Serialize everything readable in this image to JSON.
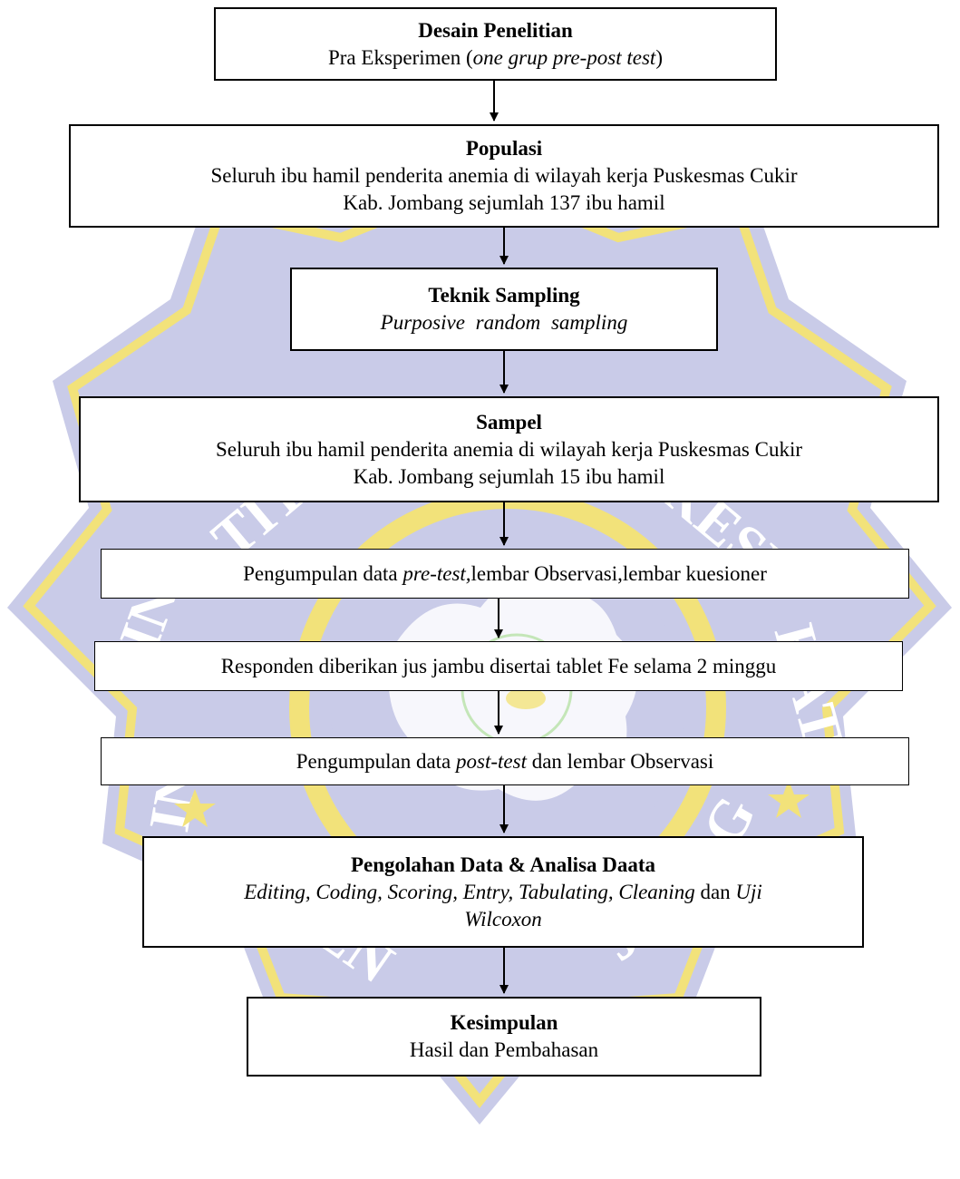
{
  "watermark": {
    "band_color": "#c9cbe8",
    "accent_color": "#f2e27a",
    "ring_text": "INSTITUT TEKNOLOGI SAINS DAN KESEHATAN INSAN CENDEKIA MEDIKA JOMBANG"
  },
  "steps": {
    "design": {
      "title": "Desain Penelitian",
      "line_prefix": "Pra Eksperimen (",
      "line_italic": "one grup pre-post test",
      "line_suffix": ")"
    },
    "population": {
      "title": "Populasi",
      "line1": "Seluruh ibu hamil penderita anemia di wilayah kerja Puskesmas Cukir",
      "line2": "Kab. Jombang sejumlah 137 ibu hamil"
    },
    "sampling": {
      "title": "Teknik Sampling",
      "subtitle": "Purposive random sampling"
    },
    "sample": {
      "title": "Sampel",
      "line1": "Seluruh ibu hamil penderita anemia di wilayah kerja Puskesmas Cukir",
      "line2": "Kab. Jombang sejumlah 15 ibu hamil"
    },
    "pretest": {
      "prefix": "Pengumpulan data ",
      "italic": "pre-test,",
      "suffix": "lembar Observasi,lembar kuesioner"
    },
    "treatment": {
      "text": "Responden diberikan jus jambu disertai tablet Fe selama 2 minggu"
    },
    "posttest": {
      "prefix": "Pengumpulan data ",
      "italic": "post-test",
      "suffix": " dan lembar Observasi"
    },
    "analysis": {
      "title": "Pengolahan Data & Analisa Daata",
      "italic1": "Editing, Coding, Scoring, Entry, Tabulating, Cleaning",
      "connector": " dan ",
      "italic2": "Uji",
      "italic3": "Wilcoxon"
    },
    "conclusion": {
      "title": "Kesimpulan",
      "line": "Hasil dan Pembahasan"
    }
  }
}
